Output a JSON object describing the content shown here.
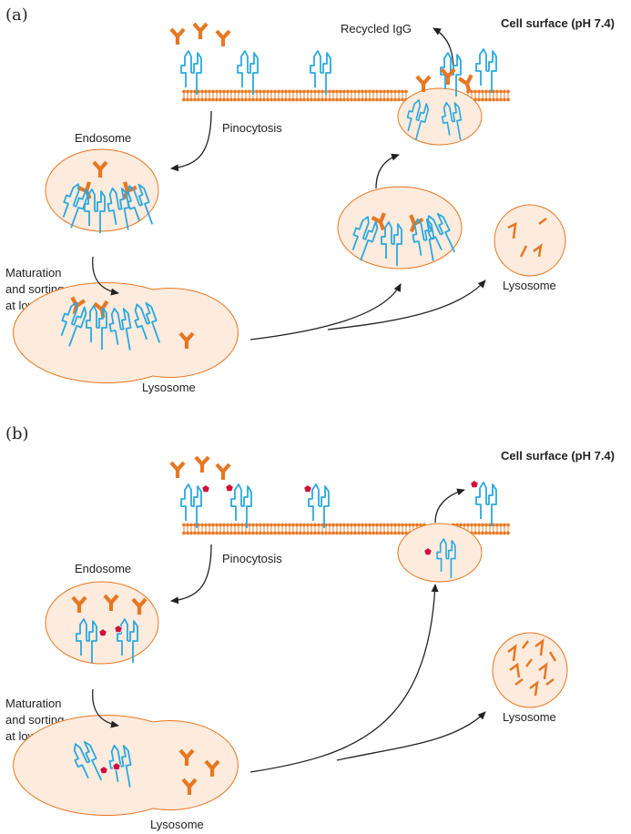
{
  "colors": {
    "antibody": "#E87722",
    "receptor": "#29A9E0",
    "membrane": "#E87722",
    "vesicle_fill": "#FDEBDD",
    "vesicle_stroke": "#E87722",
    "inhibitor": "#D0103A",
    "arrow": "#222222"
  },
  "panel_a": {
    "label": "(a)",
    "cell_surface": "Cell surface (pH 7.4)",
    "recycled": "Recycled IgG",
    "pinocytosis": "Pinocytosis",
    "endosome": "Endosome",
    "maturation": [
      "Maturation",
      "and sorting",
      "at low pH"
    ],
    "lysosome_bottom": "Lysosome",
    "lysosome_right": "Lysosome"
  },
  "panel_b": {
    "label": "(b)",
    "cell_surface": "Cell surface (pH 7.4)",
    "pinocytosis": "Pinocytosis",
    "endosome": "Endosome",
    "maturation": [
      "Maturation",
      "and sorting",
      "at low pH"
    ],
    "lysosome_bottom": "Lysosome",
    "lysosome_right": "Lysosome"
  },
  "icons": [
    "igg-antibody-icon",
    "fcrn-receptor-icon",
    "inhibitor-pentagon-icon",
    "degraded-fragment-icon"
  ]
}
